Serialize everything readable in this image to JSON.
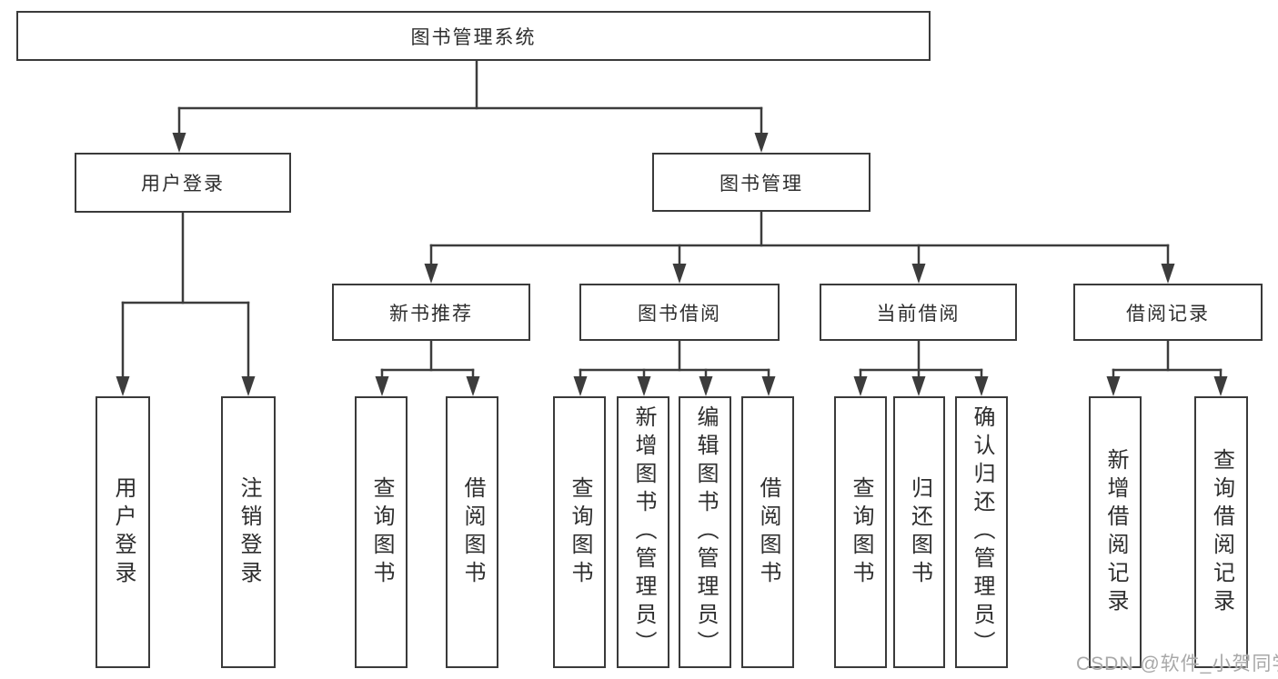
{
  "diagram": {
    "type": "hierarchy",
    "title": "图书管理系统",
    "colors": {
      "line": "#3c3c3c",
      "box_border": "#3a3a3a",
      "text": "#2e2e2e",
      "background": "#ffffff",
      "watermark": "#a8a8a8"
    },
    "tree": {
      "label": "图书管理系统",
      "children": [
        {
          "label": "用户登录",
          "children": [
            {
              "label": "用户登录"
            },
            {
              "label": "注销登录"
            }
          ]
        },
        {
          "label": "图书管理",
          "children": [
            {
              "label": "新书推荐",
              "children": [
                {
                  "label": "查询图书"
                },
                {
                  "label": "借阅图书"
                }
              ]
            },
            {
              "label": "图书借阅",
              "children": [
                {
                  "label": "查询图书"
                },
                {
                  "label": "新增图书（管理员）"
                },
                {
                  "label": "编辑图书（管理员）"
                },
                {
                  "label": "借阅图书"
                }
              ]
            },
            {
              "label": "当前借阅",
              "children": [
                {
                  "label": "查询图书"
                },
                {
                  "label": "归还图书"
                },
                {
                  "label": "确认归还（管理员）"
                }
              ]
            },
            {
              "label": "借阅记录",
              "children": [
                {
                  "label": "新增借阅记录"
                },
                {
                  "label": "查询借阅记录"
                }
              ]
            }
          ]
        }
      ]
    }
  },
  "watermark": {
    "text": "CSDN @软件_小贺同学"
  }
}
